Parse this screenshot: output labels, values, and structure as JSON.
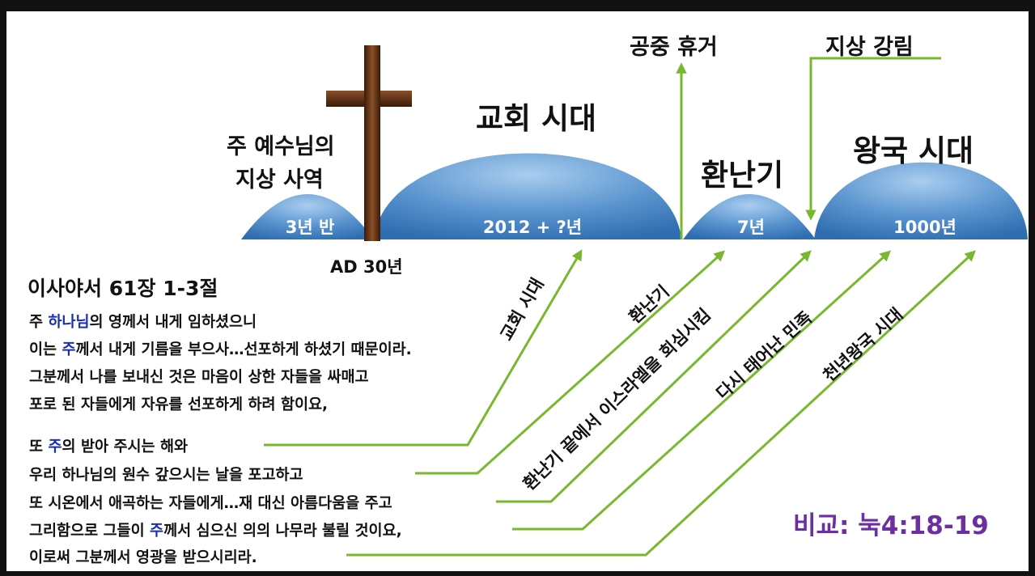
{
  "labels": {
    "rapture": "공중 휴거",
    "second_coming": "지상 강림",
    "church_age": "교회 시대",
    "jesus_ministry_1": "주 예수님의",
    "jesus_ministry_2": "지상 사역",
    "tribulation": "환난기",
    "kingdom_age": "왕국 시대",
    "ad30": "AD 30년"
  },
  "domes": {
    "ministry": "3년 반",
    "church": "2012 + ?년",
    "tribulation": "7년",
    "kingdom": "1000년"
  },
  "rotated": {
    "church_age": "교회 시대",
    "tribulation": "환난기",
    "israel": "환난기 끝에서 이스라엘을 회심시킴",
    "reborn": "다시 태어난 민족",
    "millennium": "천년왕국 시대"
  },
  "verse": {
    "title": "이사야서 61장 1-3절",
    "l1a": "주 ",
    "l1b": "하나님",
    "l1c": "의 영께서 내게 임하셨으니",
    "l2a": "이는 ",
    "l2b": "주",
    "l2c": "께서 내게 기름을 부으사…선포하게 하셨기 때문이라.",
    "l3": "그분께서 나를 보내신 것은 마음이 상한 자들을 싸매고",
    "l4": "포로 된 자들에게 자유를 선포하게 하려 함이요,",
    "l5a": "또 ",
    "l5b": "주",
    "l5c": "의 받아 주시는 해와",
    "l6": "우리 하나님의 원수 갚으시는 날을 포고하고",
    "l7": "또 시온에서 애곡하는 자들에게…재 대신 아름다움을 주고",
    "l8a": "그리함으로 그들이 ",
    "l8b": "주",
    "l8c": "께서 심으신 의의 나무라 불릴 것이요,",
    "l9": "이로써 그분께서 영광을 받으시리라."
  },
  "compare": "비교: 눅4:18-19",
  "colors": {
    "dome": "#5b95cf",
    "arrow": "#79b82e",
    "cross": "#5a2f14",
    "highlight": "#1a2fb0",
    "compare": "#6b2fa0"
  }
}
